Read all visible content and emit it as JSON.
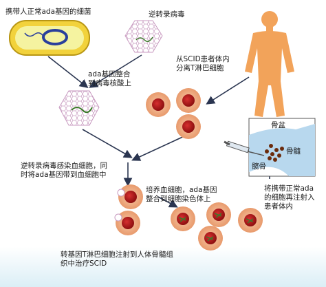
{
  "labels": {
    "bacterium": "携带人正常ada基因的细菌",
    "retrovirus": "逆转录病毒",
    "ada_integration": [
      "ada基因整合",
      "到病毒核酸上"
    ],
    "scid_isolation": [
      "从SCID患者体内",
      "分离T淋巴细胞"
    ],
    "infection": [
      "逆转录病毒感染血细胞，同",
      "时将ada基因带到血细胞中"
    ],
    "culture": [
      "培养血细胞，ada基因",
      "整合到细胞染色体上"
    ],
    "injection": [
      "转基因T淋巴细胞注射到人体骨髓组",
      "织中治疗SCID"
    ],
    "reinject": [
      "将携带正常ada",
      "的细胞再注射入",
      "患者体内"
    ],
    "bone": "骨盆",
    "marrow": "骨髓",
    "pelvis": "髋骨"
  },
  "colors": {
    "bacterium_outer": "#f2d23c",
    "bacterium_inner": "#f5f3a0",
    "plasmid": "#2a3f9c",
    "virus": "#e8cfe0",
    "cell_outer": "#f1b28a",
    "cell_nucleus": "#b01818",
    "human": "#f2a35a",
    "arrow": "#2a3550",
    "bone": "#b8d8ee",
    "bottom_band": "#dbeef6"
  }
}
